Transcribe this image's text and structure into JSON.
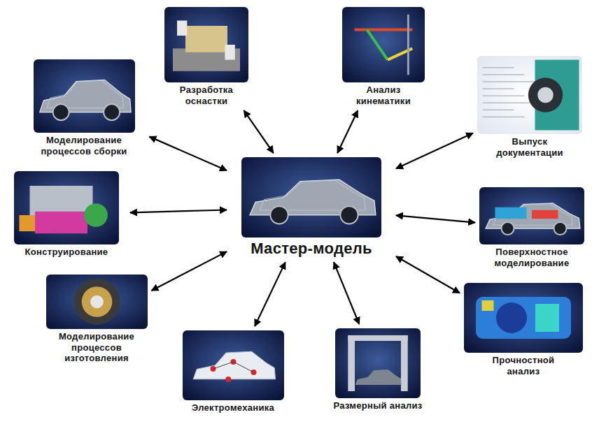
{
  "diagram": {
    "nodes": [
      {
        "text": [
          "Разработка оснастки"
        ]
      },
      {
        "text": [
          "Анализ кинематики"
        ]
      },
      {
        "text": [
          "Моделирование процессов сборки"
        ]
      },
      {
        "text": [
          "Выпуск документации"
        ]
      },
      {
        "text": [
          "Конструирование"
        ]
      },
      {
        "text": [
          "Мастер-модель"
        ]
      },
      {
        "text": [
          "Поверхностное моделирование"
        ]
      },
      {
        "text": [
          "Моделирование процессов изготовления"
        ]
      },
      {
        "text": [
          "Прочностной анализ"
        ]
      },
      {
        "text": [
          "Электромеханика"
        ]
      },
      {
        "text": [
          "Размерный анализ"
        ]
      }
    ],
    "edges": [
      {
        "from": 5,
        "to": 0,
        "arrow": "both"
      },
      {
        "from": 5,
        "to": 1,
        "arrow": "both"
      },
      {
        "from": 5,
        "to": 2,
        "arrow": "both"
      },
      {
        "from": 5,
        "to": 3,
        "arrow": "both"
      },
      {
        "from": 5,
        "to": 4,
        "arrow": "both"
      },
      {
        "from": 5,
        "to": 6,
        "arrow": "both"
      },
      {
        "from": 5,
        "to": 7,
        "arrow": "both"
      },
      {
        "from": 5,
        "to": 8,
        "arrow": "both"
      },
      {
        "from": 5,
        "to": 9,
        "arrow": "both"
      },
      {
        "from": 5,
        "to": 10,
        "arrow": "both"
      }
    ]
  }
}
